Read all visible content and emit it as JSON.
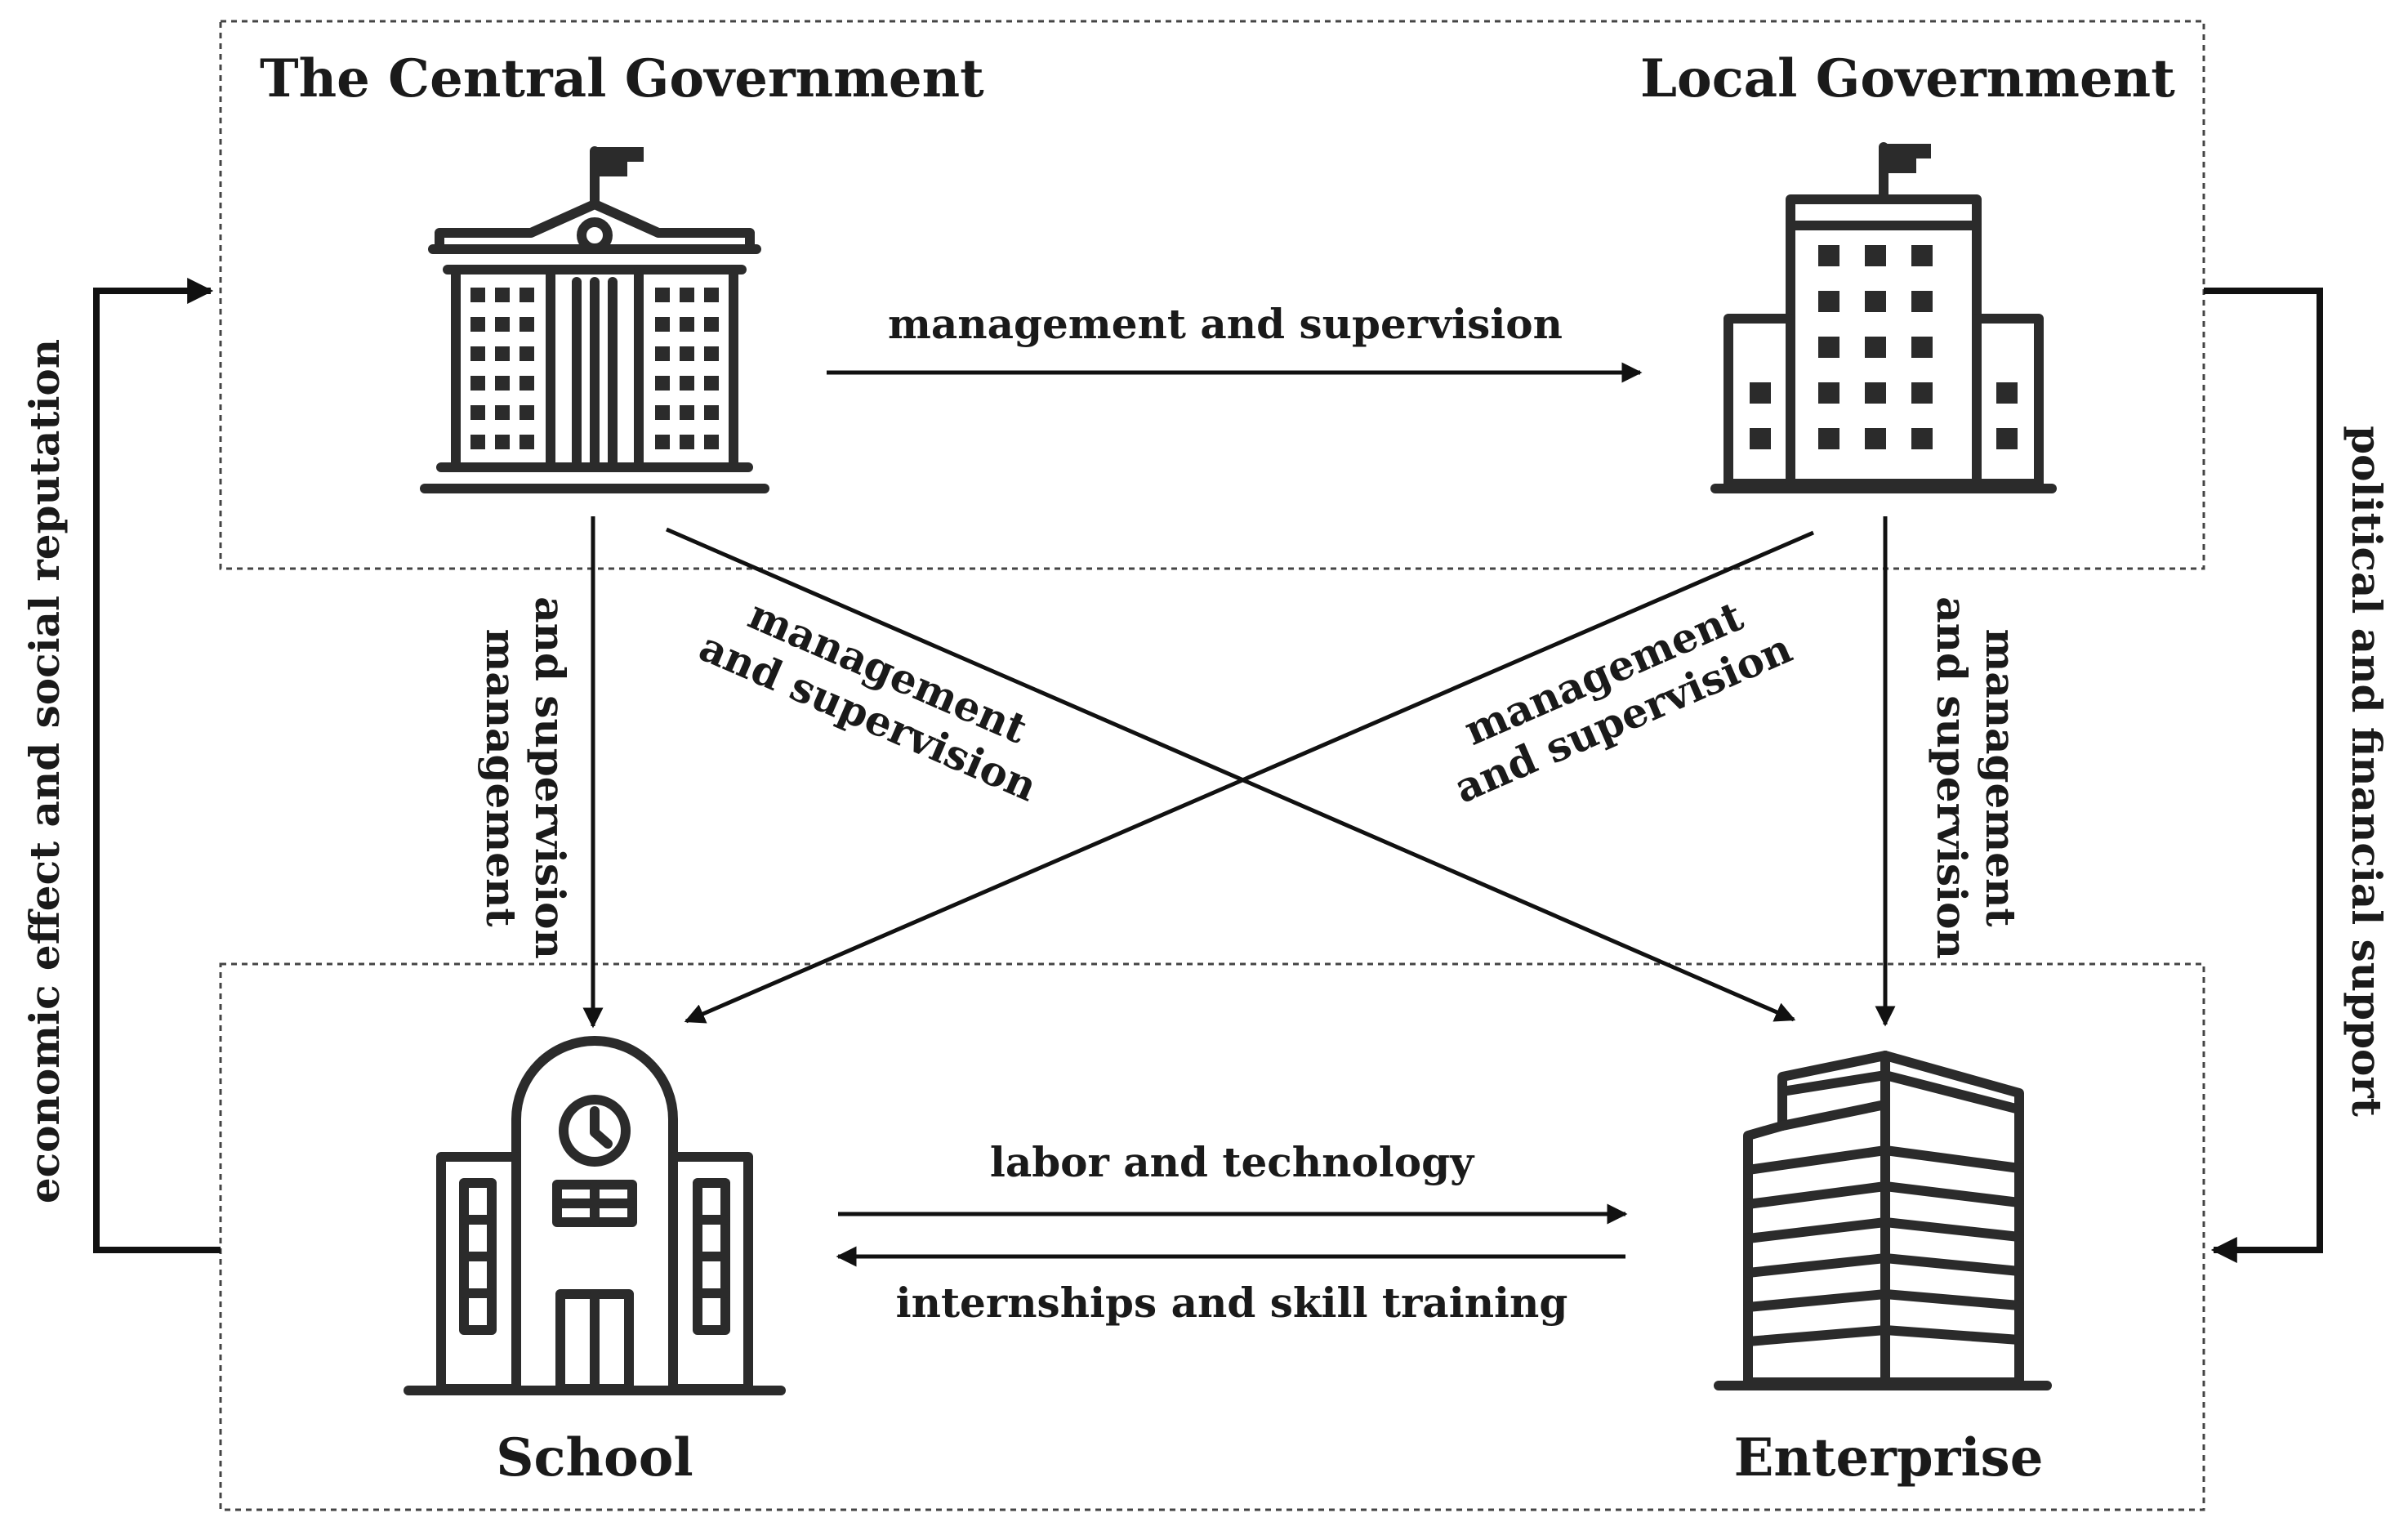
{
  "nodes": {
    "central_government": {
      "label": "The Central Government",
      "icon": "government-building-icon"
    },
    "local_government": {
      "label": "Local Government",
      "icon": "office-building-icon"
    },
    "school": {
      "label": "School",
      "icon": "school-building-icon"
    },
    "enterprise": {
      "label": "Enterprise",
      "icon": "enterprise-tower-icon"
    }
  },
  "edges": {
    "central_to_local": "management and supervision",
    "central_to_school_line1": "management",
    "central_to_school_line2": "and supervision",
    "central_to_enterprise_line1": "management",
    "central_to_enterprise_line2": "and supervision",
    "local_to_school_line1": "management",
    "local_to_school_line2": "and supervision",
    "local_to_enterprise_line1": "management",
    "local_to_enterprise_line2": "and supervision",
    "school_to_enterprise": "labor and technology",
    "enterprise_to_school": "internships and  skill training",
    "feedback_left": "economic effect and social reputation",
    "feedback_right": "political and financial support"
  }
}
